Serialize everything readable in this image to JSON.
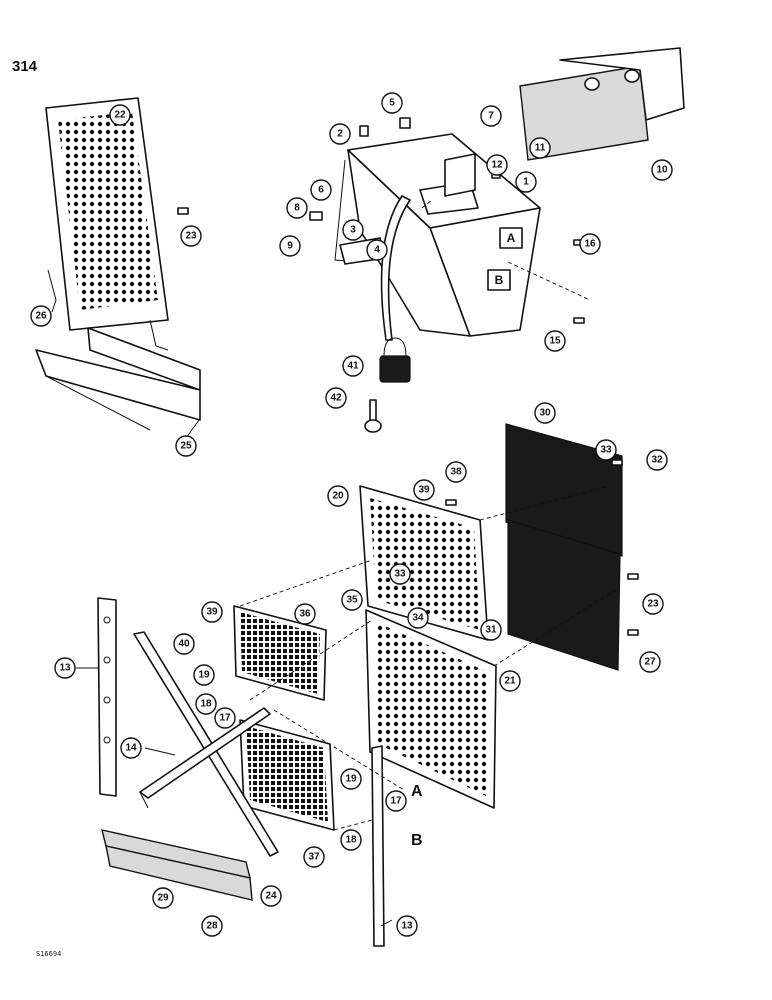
{
  "page": {
    "number": "314",
    "footer_code": "S16694"
  },
  "section_letters": [
    "A",
    "B"
  ],
  "labels": {
    "box_a": "A",
    "box_b": "B",
    "callout_a": "A",
    "callout_b": "B"
  },
  "callouts": [
    "1",
    "2",
    "3",
    "4",
    "5",
    "6",
    "7",
    "8",
    "9",
    "10",
    "11",
    "12",
    "13",
    "13",
    "14",
    "15",
    "16",
    "17",
    "17",
    "18",
    "18",
    "19",
    "19",
    "20",
    "21",
    "22",
    "23",
    "23",
    "24",
    "25",
    "26",
    "27",
    "28",
    "29",
    "30",
    "31",
    "32",
    "33",
    "33",
    "34",
    "35",
    "36",
    "37",
    "38",
    "39",
    "39",
    "40",
    "41",
    "42"
  ]
}
